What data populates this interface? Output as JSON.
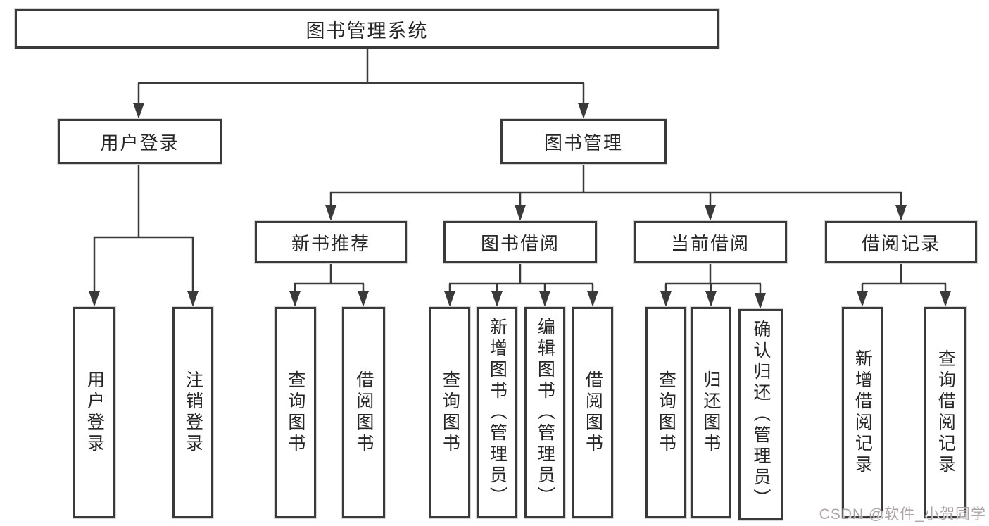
{
  "colors": {
    "line": "#3a3a3a",
    "box_border": "#3a3a3a",
    "text": "#262626",
    "background": "#ffffff"
  },
  "watermark": {
    "text": "CSDN @软件_小贺同学",
    "color": "#b0a3a5"
  },
  "tree": {
    "root": {
      "label": "图书管理系统",
      "children": [
        {
          "label": "用户登录",
          "children": [
            {
              "label": "用户登录"
            },
            {
              "label": "注销登录"
            }
          ]
        },
        {
          "label": "图书管理",
          "children": [
            {
              "label": "新书推荐",
              "children": [
                {
                  "label": "查询图书"
                },
                {
                  "label": "借阅图书"
                }
              ]
            },
            {
              "label": "图书借阅",
              "children": [
                {
                  "label": "查询图书"
                },
                {
                  "label": "新增图书（管理员）"
                },
                {
                  "label": "编辑图书（管理员）"
                },
                {
                  "label": "借阅图书"
                }
              ]
            },
            {
              "label": "当前借阅",
              "children": [
                {
                  "label": "查询图书"
                },
                {
                  "label": "归还图书"
                },
                {
                  "label": "确认归还（管理员）"
                }
              ]
            },
            {
              "label": "借阅记录",
              "children": [
                {
                  "label": "新增借阅记录"
                },
                {
                  "label": "查询借阅记录"
                }
              ]
            }
          ]
        }
      ]
    }
  }
}
